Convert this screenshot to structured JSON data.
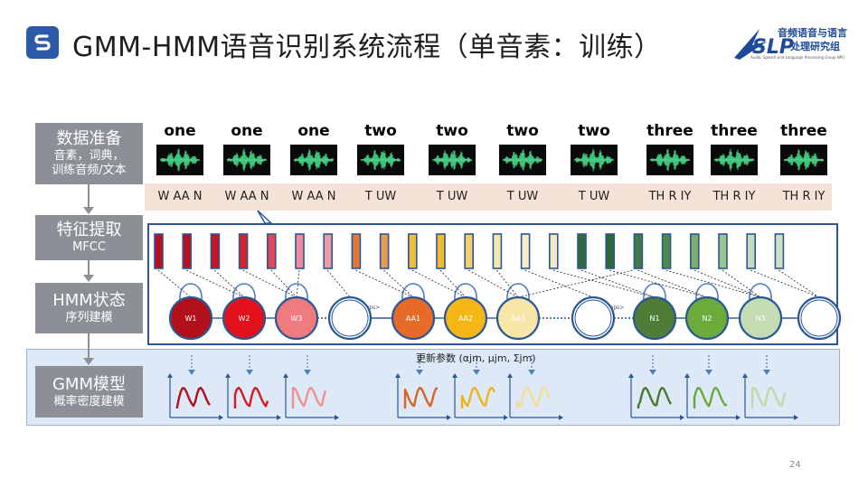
{
  "title": "GMM-HMM语音识别系统流程（单音素：训练）",
  "logo": {
    "main": "SLP",
    "cn_line1": "音频语音与语言",
    "cn_line2": "处理研究组",
    "en": "Audio, Speech and Language Processing Group  NPU"
  },
  "stages": [
    {
      "title": "数据准备",
      "sub1": "音素，词典，",
      "sub2": "训练音频/文本"
    },
    {
      "title": "特征提取",
      "sub1": "MFCC",
      "sub2": ""
    },
    {
      "title": "HMM状态",
      "sub1": "序列建模",
      "sub2": ""
    },
    {
      "title": "GMM模型",
      "sub1": "概率密度建模",
      "sub2": ""
    }
  ],
  "words": [
    "one",
    "one",
    "one",
    "two",
    "two",
    "two",
    "two",
    "three",
    "three",
    "three"
  ],
  "phones": [
    "W AA N",
    "W AA N",
    "W AA N",
    "T UW",
    "T UW",
    "T UW",
    "T UW",
    "TH R IY",
    "TH R IY",
    "TH R IY"
  ],
  "frame_colors": [
    "#b8101c",
    "#b8101c",
    "#c8141e",
    "#d42226",
    "#e24855",
    "#ee8b98",
    "#ef9ba6",
    "#e07a36",
    "#e89a4f",
    "#efbf3c",
    "#eebd2e",
    "#f3d06a",
    "#f7e6b4",
    "#f8ebc6",
    "#f7e9c8",
    "#2f6b3c",
    "#2d6a3a",
    "#3f7b45",
    "#4f8a4b",
    "#7aad6e",
    "#9cc48f",
    "#c5dcba",
    "#cde2c2"
  ],
  "states": [
    {
      "label": "W1",
      "color": "#b2101a"
    },
    {
      "label": "W2",
      "color": "#e3111b"
    },
    {
      "label": "W3",
      "color": "#ee7b7e"
    },
    {
      "label": "",
      "color": "#ffffff"
    },
    {
      "label": "AA1",
      "color": "#e76a28"
    },
    {
      "label": "AA2",
      "color": "#f4b716"
    },
    {
      "label": "AA3",
      "color": "#f7e6a8"
    },
    {
      "label": "",
      "color": "#ffffff"
    },
    {
      "label": "N1",
      "color": "#4f7d37"
    },
    {
      "label": "N2",
      "color": "#6aab3c"
    },
    {
      "label": "N3",
      "color": "#c4dcb2"
    },
    {
      "label": "",
      "color": "#ffffff"
    }
  ],
  "eps_label": "<eps>",
  "update_label": "更新参数",
  "update_params": "(αjm, μjm, Σjm)",
  "gmm_colors": [
    "#b2101a",
    "#d41b22",
    "#f09090",
    "#d86422",
    "#efb21a",
    "#f3dc94",
    "#487a30",
    "#68a83c",
    "#c0d9a8"
  ],
  "page_number": "24"
}
